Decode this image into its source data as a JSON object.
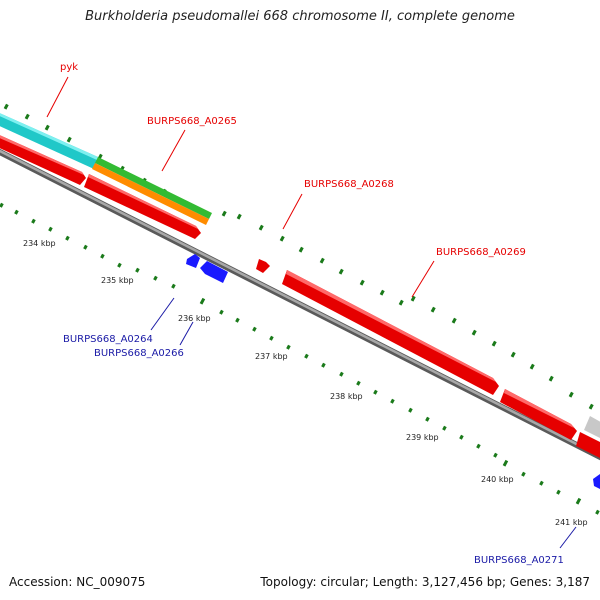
{
  "title": "Burkholderia pseudomallei 668 chromosome II, complete genome",
  "footer": {
    "accession": "Accession: NC_009075",
    "topology": "Topology: circular; Length: 3,127,456 bp; Genes: 3,187"
  },
  "ticks": [
    "234 kbp",
    "235 kbp",
    "236 kbp",
    "237 kbp",
    "238 kbp",
    "239 kbp",
    "240 kbp",
    "241 kbp"
  ],
  "gene_labels": {
    "pyk": "pyk",
    "a0265": "BURPS668_A0265",
    "a0268": "BURPS668_A0268",
    "a0269": "BURPS668_A0269",
    "a0264": "BURPS668_A0264",
    "a0266": "BURPS668_A0266",
    "a0271": "BURPS668_A0271"
  },
  "colors": {
    "gene_forward": "#e60000",
    "gene_reverse": "#1a1aff",
    "cds_cyan": "#20c8c8",
    "feature_green": "#33bb33",
    "feature_orange": "#ff8c00",
    "feature_grey": "#c8c8c8",
    "backbone": "#888888",
    "tick_dots": "#1a7a1a"
  }
}
